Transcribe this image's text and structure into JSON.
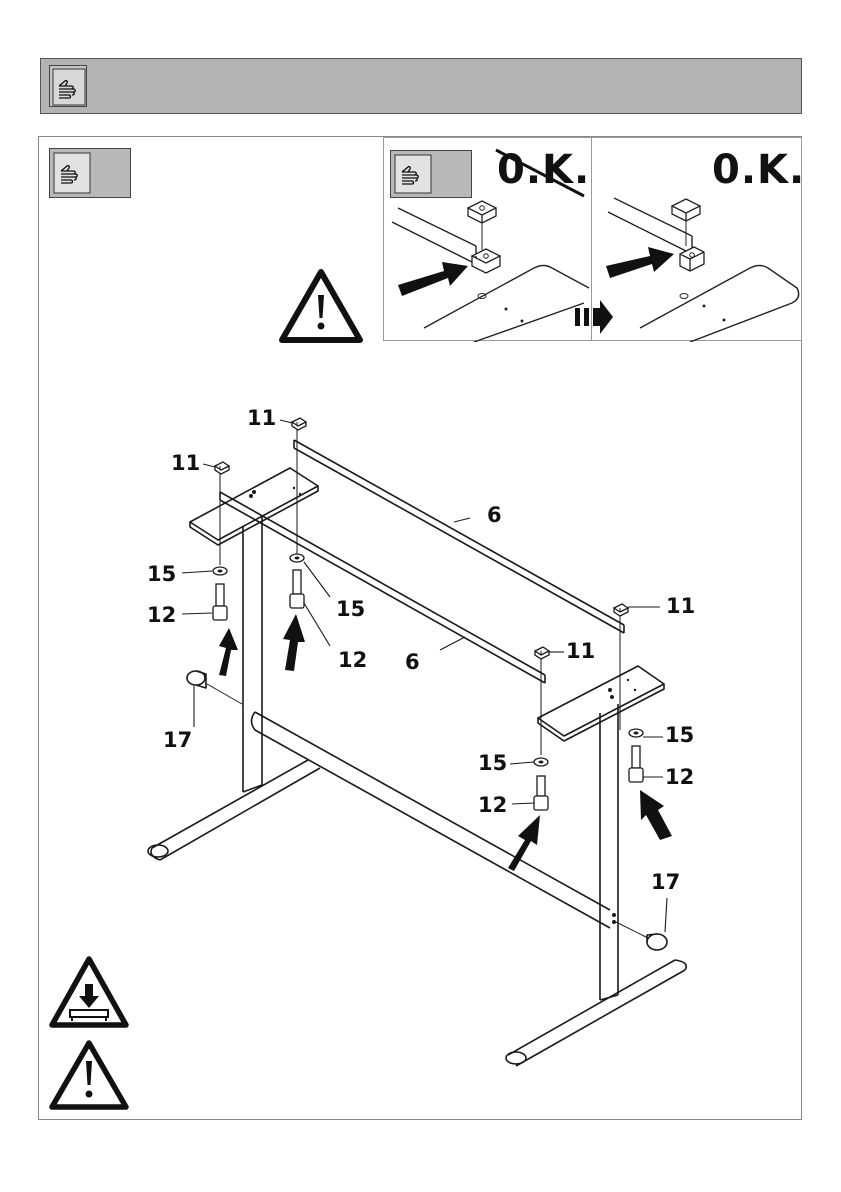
{
  "header": {
    "icon": "hand-icon"
  },
  "insets": {
    "wrong": {
      "label": "0.K.",
      "status": "wrong",
      "icon": "hand-icon"
    },
    "right": {
      "label": "0.K.",
      "status": "correct"
    }
  },
  "parts": {
    "p11": "11",
    "p15": "15",
    "p12": "12",
    "p6": "6",
    "p17": "17"
  },
  "icons": [
    "hand-icon",
    "warning-icon",
    "heavy-load-icon",
    "arrow-icon"
  ]
}
